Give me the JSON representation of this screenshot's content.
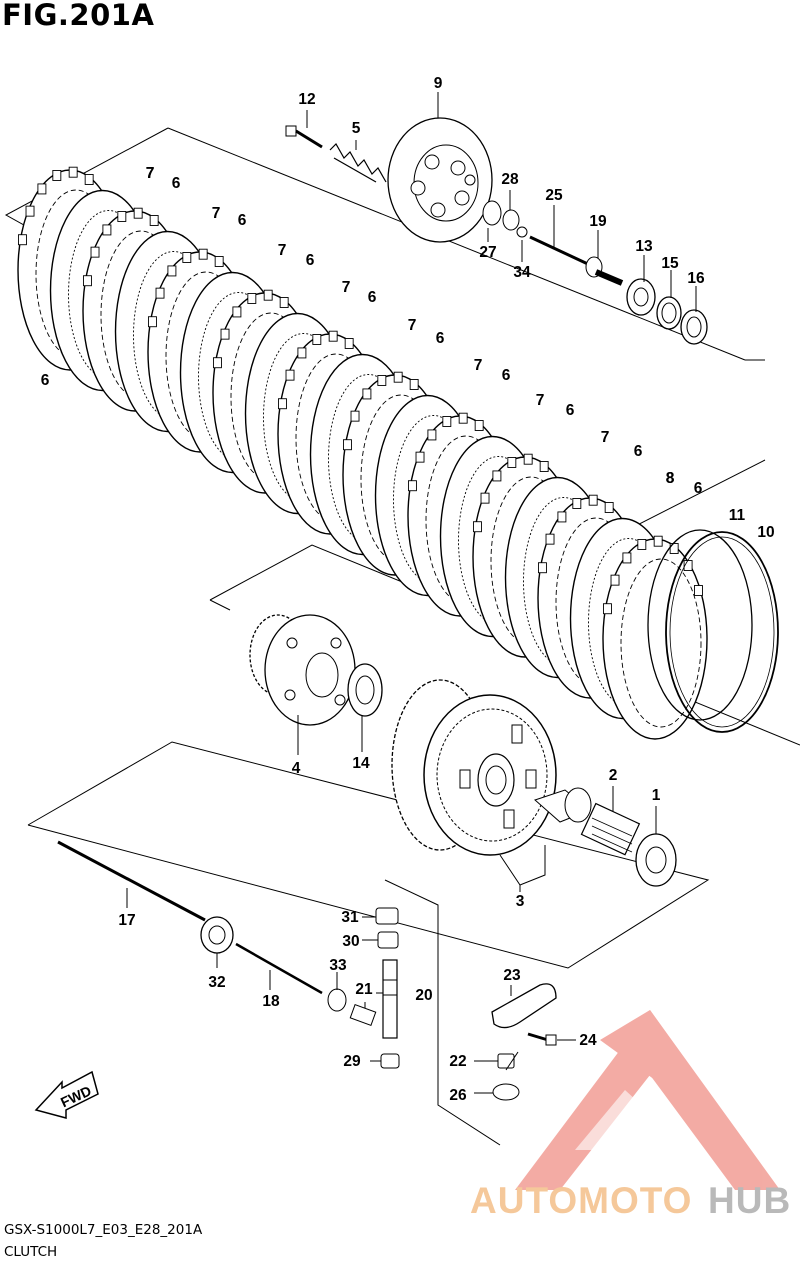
{
  "figure": {
    "title": "FIG.201A",
    "code": "GSX-S1000L7_E03_E28_201A",
    "name": "CLUTCH"
  },
  "direction_badge": "FWD",
  "watermark": {
    "part1": "AUTOMOTO",
    "part2": "HUB",
    "color_primary": "#f2a39b",
    "color_orange": "#f5c89a",
    "color_gray": "#b9b9b9"
  },
  "callouts": [
    "1",
    "2",
    "3",
    "4",
    "5",
    "6",
    "7",
    "8",
    "9",
    "10",
    "11",
    "12",
    "13",
    "14",
    "15",
    "16",
    "17",
    "18",
    "19",
    "20",
    "21",
    "22",
    "23",
    "24",
    "25",
    "26",
    "27",
    "28",
    "29",
    "30",
    "31",
    "32",
    "33",
    "34"
  ],
  "plate_stack_labels": [
    "7",
    "6",
    "7",
    "6",
    "7",
    "6",
    "7",
    "6",
    "7",
    "6",
    "7",
    "6",
    "7",
    "6",
    "7",
    "6",
    "8",
    "6"
  ]
}
